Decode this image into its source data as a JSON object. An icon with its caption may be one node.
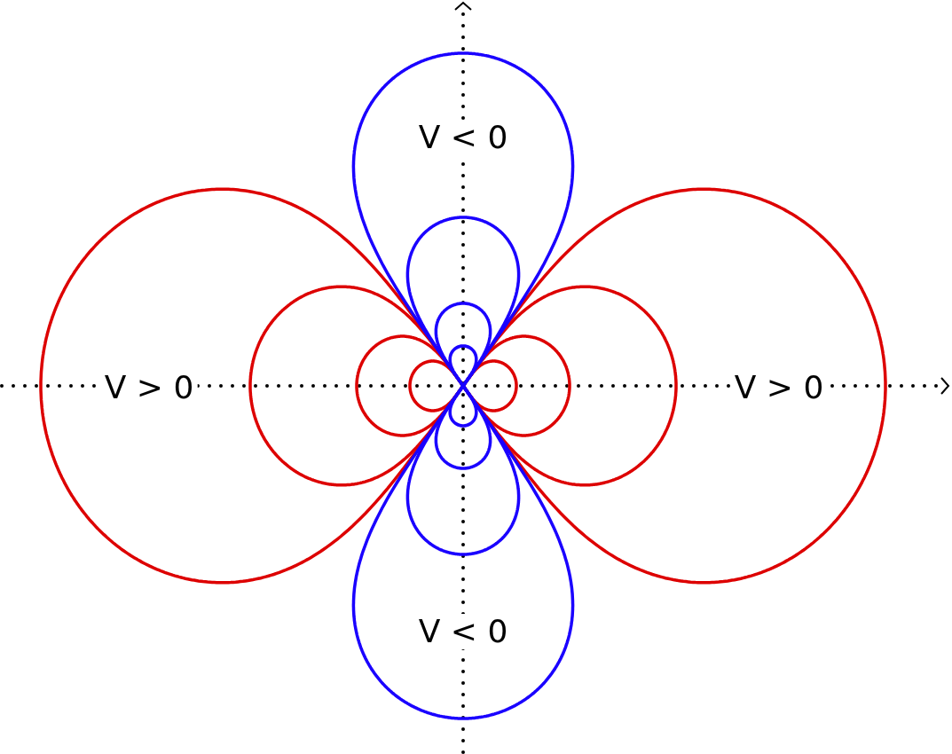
{
  "diagram": {
    "labels": [
      "V < 0",
      "V > 0",
      "V > 0",
      "V < 0"
    ]
  }
}
